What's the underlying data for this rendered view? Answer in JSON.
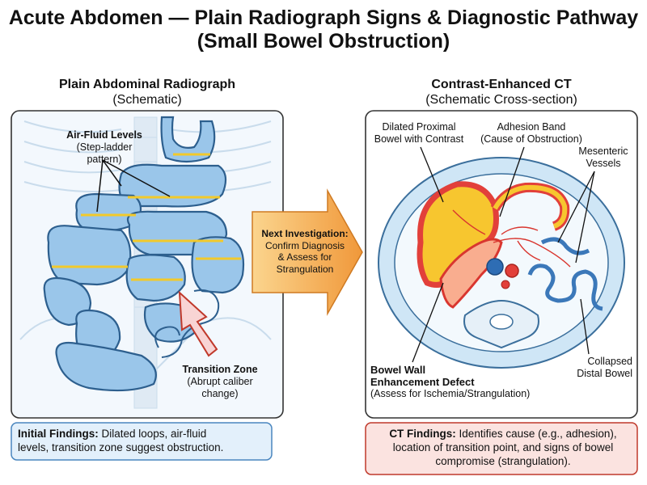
{
  "title_line1": "Acute Abdomen — Plain Radiograph Signs & Diagnostic Pathway",
  "title_line2": "(Small Bowel Obstruction)",
  "left_panel": {
    "title": "Plain Abdominal Radiograph",
    "subtitle": "(Schematic)",
    "air_fluid_title": "Air-Fluid Levels",
    "air_fluid_sub": "(Step-ladder pattern)",
    "transition_title": "Transition Zone",
    "transition_sub1": "(Abrupt caliber",
    "transition_sub2": "change)"
  },
  "arrow": {
    "line1": "Next Investigation:",
    "line2": "Confirm Diagnosis",
    "line3": "& Assess for",
    "line4": "Strangulation"
  },
  "right_panel": {
    "title": "Contrast-Enhanced CT",
    "subtitle": "(Schematic Cross-section)",
    "dilated1": "Dilated Proximal",
    "dilated2": "Bowel with Contrast",
    "adhesion1": "Adhesion Band",
    "adhesion2": "(Cause of Obstruction)",
    "mesenteric1": "Mesenteric",
    "mesenteric2": "Vessels",
    "wall1": "Bowel Wall",
    "wall2": "Enhancement Defect",
    "wall3": "(Assess for Ischemia/Strangulation)",
    "collapsed1": "Collapsed",
    "collapsed2": "Distal Bowel"
  },
  "initial_findings": {
    "label": "Initial Findings:",
    "text1": " Dilated loops, air-fluid",
    "text2": "levels, transition zone suggest obstruction."
  },
  "ct_findings": {
    "label": "CT Findings:",
    "text1": " Identifies cause (e.g., adhesion),",
    "text2": "location of transition point, and signs of bowel",
    "text3": "compromise (strangulation)."
  },
  "colors": {
    "bowel_blue": "#8fbfe6",
    "contrast_yellow": "#f7c62f",
    "wall_red": "#e2403a",
    "arrow_orange": "#f3a94a",
    "initial_box": "#e3f0fb",
    "ct_box": "#fbe3e0"
  }
}
